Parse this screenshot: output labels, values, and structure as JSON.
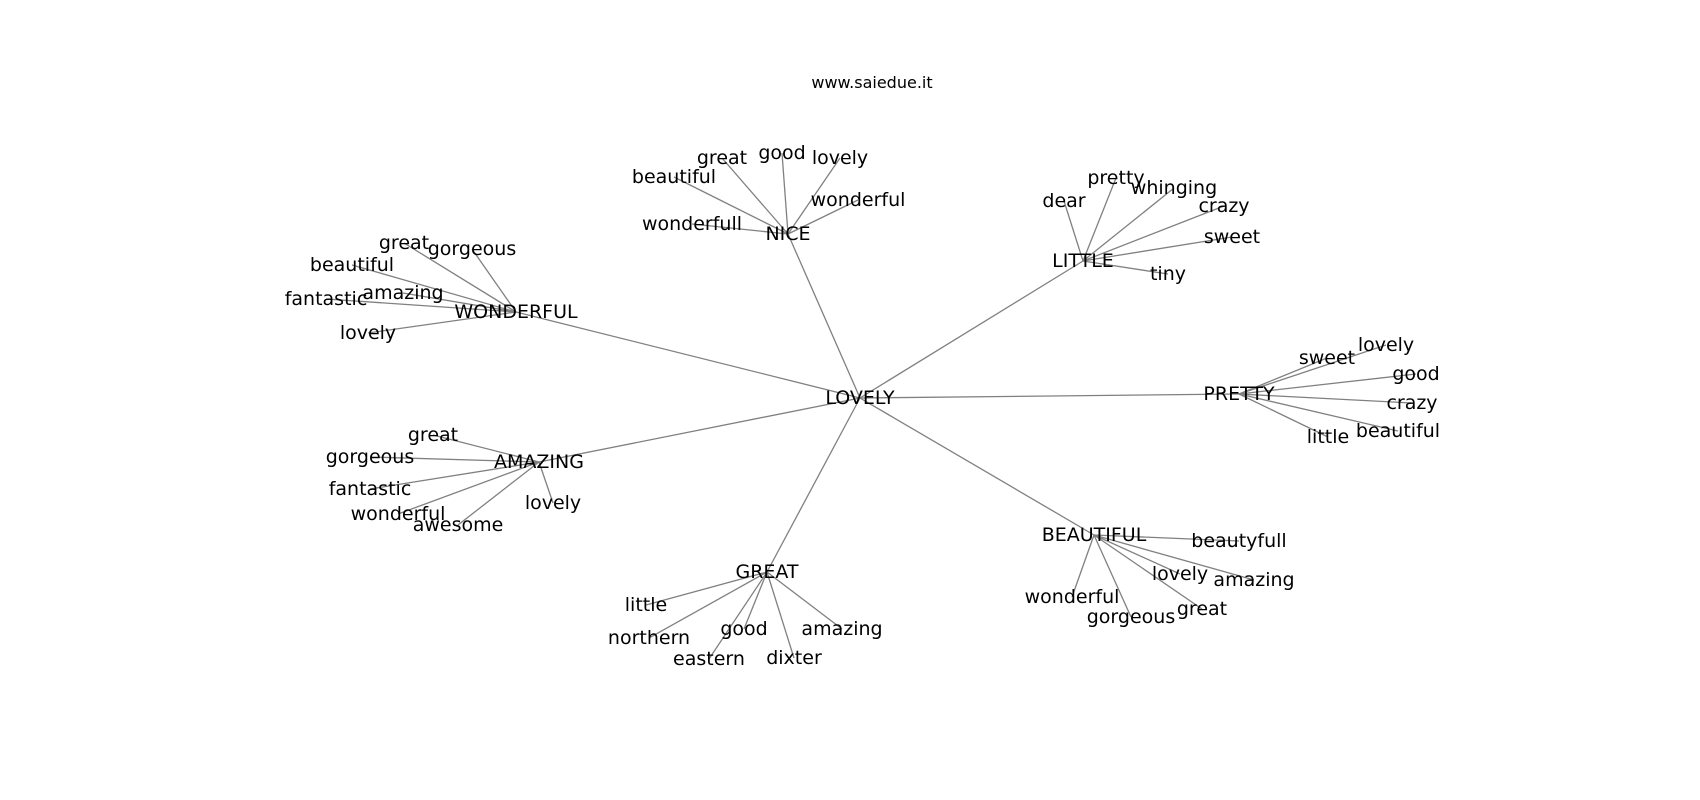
{
  "title": "www.saiedue.it",
  "center": "LOVELY",
  "hubs": [
    {
      "id": "NICE",
      "label": "NICE",
      "leaves": [
        "great",
        "good",
        "lovely",
        "beautiful",
        "wonderful",
        "wonderfull"
      ]
    },
    {
      "id": "LITTLE",
      "label": "LITTLE",
      "leaves": [
        "pretty",
        "dear",
        "whinging",
        "crazy",
        "sweet",
        "tiny"
      ]
    },
    {
      "id": "PRETTY",
      "label": "PRETTY",
      "leaves": [
        "lovely",
        "sweet",
        "good",
        "crazy",
        "little",
        "beautiful"
      ]
    },
    {
      "id": "BEAUTIFUL",
      "label": "BEAUTIFUL",
      "leaves": [
        "beautyfull",
        "lovely",
        "amazing",
        "wonderful",
        "gorgeous",
        "great"
      ]
    },
    {
      "id": "GREAT",
      "label": "GREAT",
      "leaves": [
        "little",
        "northern",
        "good",
        "amazing",
        "eastern",
        "dixter"
      ]
    },
    {
      "id": "AMAZING",
      "label": "AMAZING",
      "leaves": [
        "great",
        "gorgeous",
        "fantastic",
        "wonderful",
        "awesome",
        "lovely"
      ]
    },
    {
      "id": "WONDERFUL",
      "label": "WONDERFUL",
      "leaves": [
        "great",
        "gorgeous",
        "beautiful",
        "amazing",
        "fantastic",
        "lovely"
      ]
    }
  ]
}
